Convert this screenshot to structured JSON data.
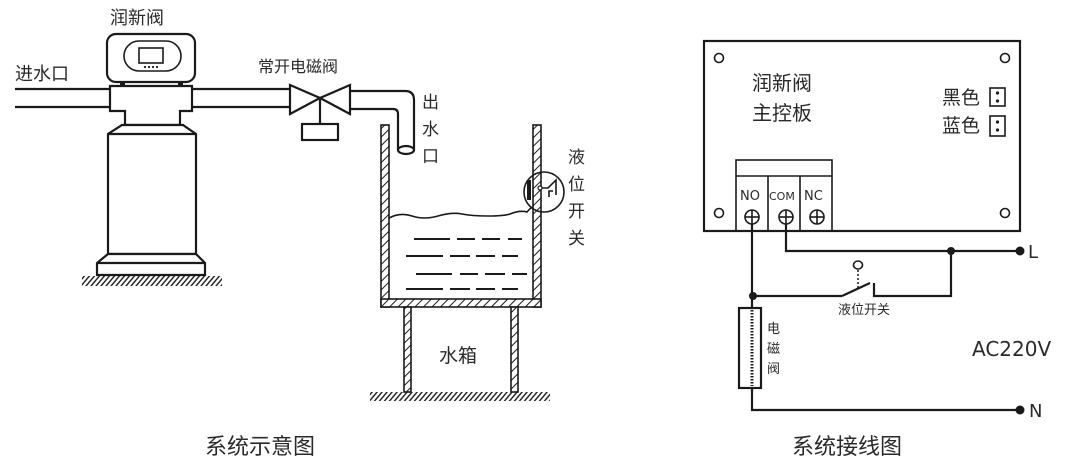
{
  "left_diagram": {
    "caption": "系统示意图",
    "softener_label": "润新阀",
    "inlet_label": "进水口",
    "solenoid_valve_label": "常开电磁阀",
    "outlet_label": [
      "出",
      "水",
      "口"
    ],
    "level_switch_label": [
      "液",
      "位",
      "开",
      "关"
    ],
    "tank_label": "水箱"
  },
  "right_diagram": {
    "caption": "系统接线图",
    "board_title": [
      "润新阀",
      "主控板"
    ],
    "connectors": [
      {
        "label": "黑色"
      },
      {
        "label": "蓝色"
      }
    ],
    "terminals": [
      "NO",
      "COM",
      "NC"
    ],
    "line_L": "L",
    "line_N": "N",
    "level_switch_label": "液位开关",
    "solenoid_label": [
      "电",
      "磁",
      "阀"
    ],
    "supply_label": "AC220V"
  }
}
